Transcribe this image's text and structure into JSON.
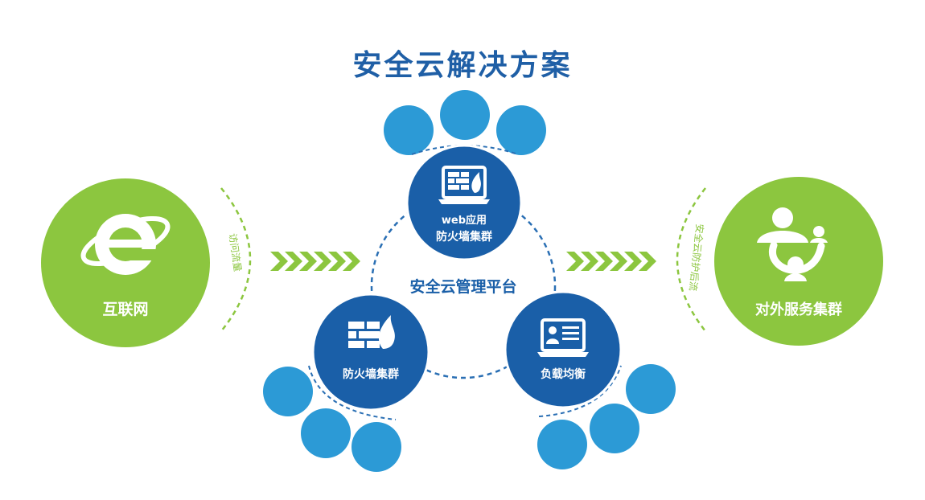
{
  "title": "安全云解决方案",
  "platform_label": "安全云管理平台",
  "left_node": {
    "label": "互联网",
    "icon": "internet-explorer-icon"
  },
  "right_node": {
    "label": "对外服务集群",
    "icon": "user-group-icon"
  },
  "incoming_label": "访问流量",
  "outgoing_label": "安全云防护后流",
  "web_firewall": {
    "line1": "web应用",
    "line2": "防火墙集群",
    "icon": "monitor-firewall-icon"
  },
  "firewall": {
    "label": "防火墙集群",
    "icon": "firewall-icon"
  },
  "load_balancer": {
    "label": "负载均衡",
    "icon": "monitor-user-icon"
  },
  "colors": {
    "title": "#1f5fa6",
    "green": "#8cc63f",
    "dark_blue": "#1a5fa8",
    "light_blue": "#2c9ad6",
    "dash_blue": "#2a6fb4"
  }
}
